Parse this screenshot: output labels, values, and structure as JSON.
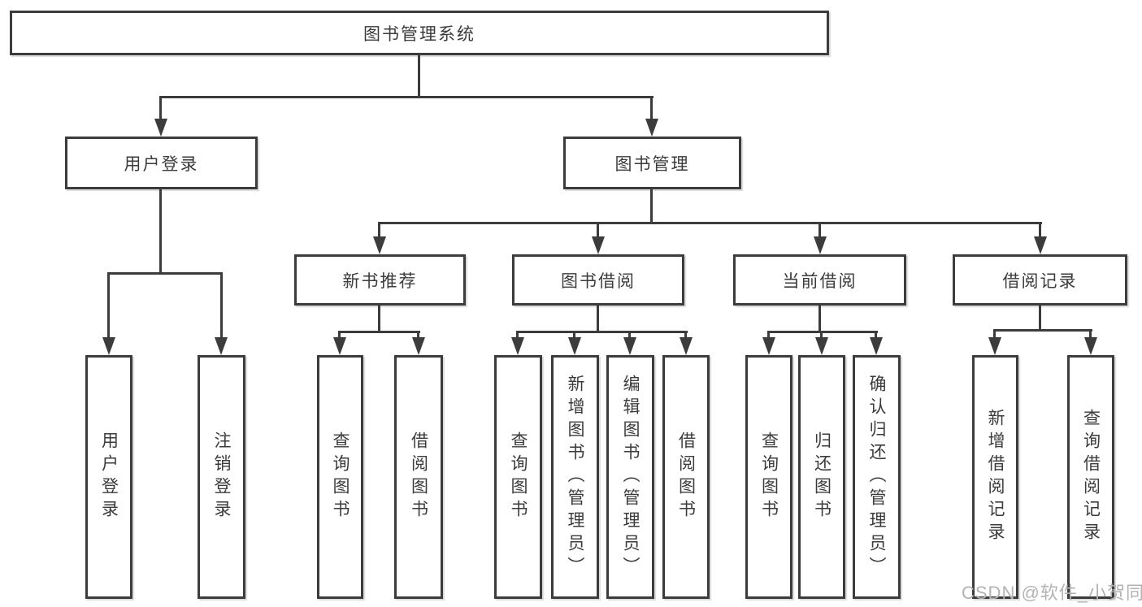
{
  "colors": {
    "line": "#3c3c3c",
    "text": "#3b3b3b",
    "box_background": "#ffffff",
    "watermark": "#b3b3b3",
    "background": "#ffffff"
  },
  "tree": {
    "label": "图书管理系统",
    "children": [
      {
        "label": "用户登录",
        "children": [
          {
            "label": "用户登录"
          },
          {
            "label": "注销登录"
          }
        ]
      },
      {
        "label": "图书管理",
        "children": [
          {
            "label": "新书推荐",
            "children": [
              {
                "label": "查询图书"
              },
              {
                "label": "借阅图书"
              }
            ]
          },
          {
            "label": "图书借阅",
            "children": [
              {
                "label": "查询图书"
              },
              {
                "label": "新增图书（管理员）"
              },
              {
                "label": "编辑图书（管理员）"
              },
              {
                "label": "借阅图书"
              }
            ]
          },
          {
            "label": "当前借阅",
            "children": [
              {
                "label": "查询图书"
              },
              {
                "label": "归还图书"
              },
              {
                "label": "确认归还（管理员）"
              }
            ]
          },
          {
            "label": "借阅记录",
            "children": [
              {
                "label": "新增借阅记录"
              },
              {
                "label": "查询借阅记录"
              }
            ]
          }
        ]
      }
    ]
  },
  "watermark": {
    "text": "CSDN @软件_小贺同学"
  }
}
